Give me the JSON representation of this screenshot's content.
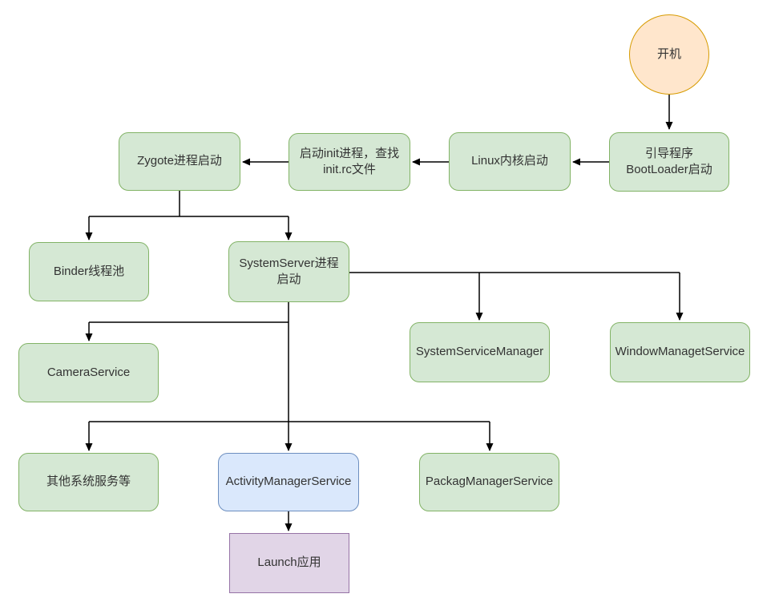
{
  "colors": {
    "green_fill": "#d5e8d4",
    "green_stroke": "#82b366",
    "blue_fill": "#dae8fc",
    "blue_stroke": "#6c8ebf",
    "purple_fill": "#e1d5e7",
    "purple_stroke": "#9673a6",
    "orange_fill": "#ffe6cc",
    "orange_stroke": "#d79b00",
    "edge": "#000000",
    "text": "#333333",
    "background": "#ffffff"
  },
  "nodes": {
    "power_on": {
      "label": "开机",
      "shape": "circle",
      "color": "orange"
    },
    "bootloader": {
      "label": "引导程序BootLoader启动",
      "shape": "rounded",
      "color": "green"
    },
    "linux_kernel": {
      "label": "Linux内核启动",
      "shape": "rounded",
      "color": "green"
    },
    "init_process": {
      "label": "启动init进程，查找init.rc文件",
      "shape": "rounded",
      "color": "green"
    },
    "zygote": {
      "label": "Zygote进程启动",
      "shape": "rounded",
      "color": "green"
    },
    "binder_pool": {
      "label": "Binder线程池",
      "shape": "rounded",
      "color": "green"
    },
    "system_server": {
      "label": "SystemServer进程启动",
      "shape": "rounded",
      "color": "green"
    },
    "system_service_manager": {
      "label": "SystemServiceManager",
      "shape": "rounded",
      "color": "green"
    },
    "window_managet_service": {
      "label": "WindowManagetService",
      "shape": "rounded",
      "color": "green"
    },
    "camera_service": {
      "label": "CameraService",
      "shape": "rounded",
      "color": "green"
    },
    "other_services": {
      "label": "其他系统服务等",
      "shape": "rounded",
      "color": "green"
    },
    "activity_manager_service": {
      "label": "ActivityManagerService",
      "shape": "rounded",
      "color": "blue"
    },
    "packag_manager_service": {
      "label": "PackagManagerService",
      "shape": "rounded",
      "color": "green"
    },
    "launch_app": {
      "label": "Launch应用",
      "shape": "square",
      "color": "purple"
    }
  },
  "edges": [
    {
      "from": "power_on",
      "to": "bootloader"
    },
    {
      "from": "bootloader",
      "to": "linux_kernel"
    },
    {
      "from": "linux_kernel",
      "to": "init_process"
    },
    {
      "from": "init_process",
      "to": "zygote"
    },
    {
      "from": "zygote",
      "to": "binder_pool"
    },
    {
      "from": "zygote",
      "to": "system_server"
    },
    {
      "from": "system_server",
      "to": "system_service_manager"
    },
    {
      "from": "system_server",
      "to": "window_managet_service"
    },
    {
      "from": "system_server",
      "to": "camera_service"
    },
    {
      "from": "system_server",
      "to": "other_services"
    },
    {
      "from": "system_server",
      "to": "activity_manager_service"
    },
    {
      "from": "system_server",
      "to": "packag_manager_service"
    },
    {
      "from": "activity_manager_service",
      "to": "launch_app"
    }
  ]
}
